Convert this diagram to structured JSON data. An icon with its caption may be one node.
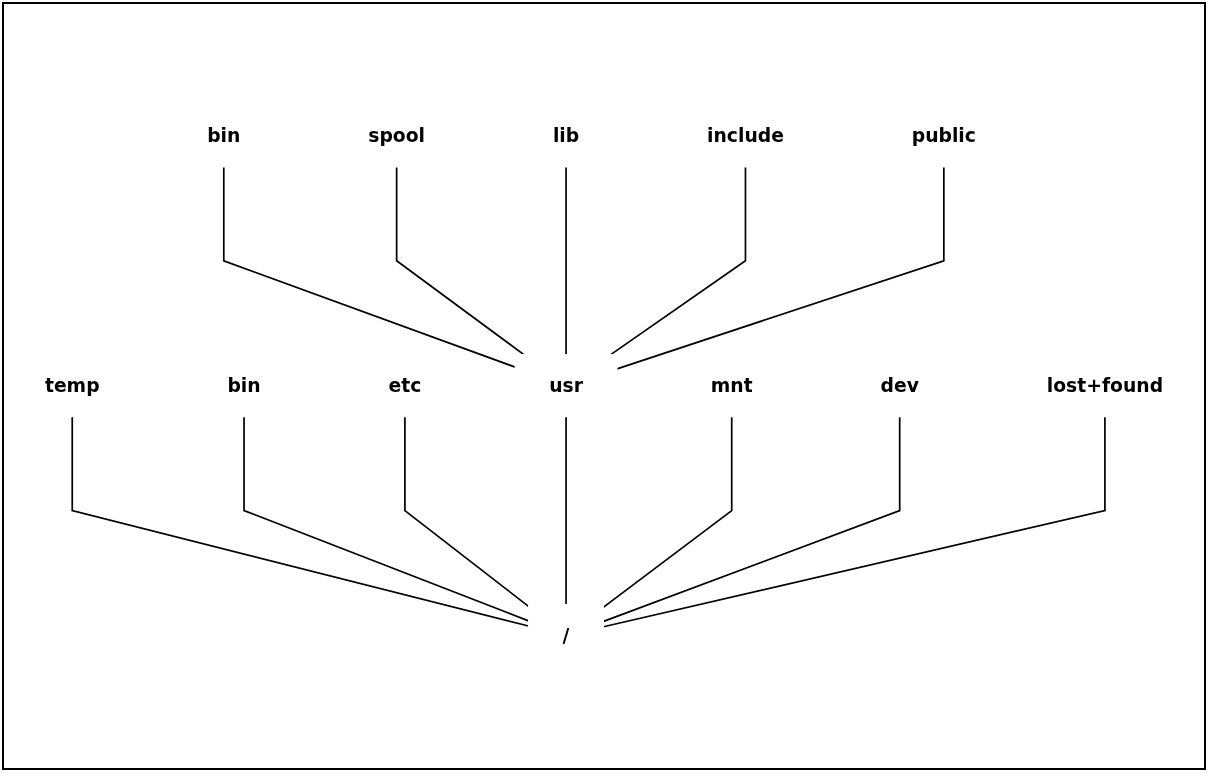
{
  "diagram": {
    "nodes": [
      {
        "text": [
          "bin"
        ]
      },
      {
        "text": [
          "spool"
        ]
      },
      {
        "text": [
          "lib"
        ]
      },
      {
        "text": [
          "include"
        ]
      },
      {
        "text": [
          "public"
        ]
      },
      {
        "text": [
          "temp"
        ]
      },
      {
        "text": [
          "bin"
        ]
      },
      {
        "text": [
          "etc"
        ]
      },
      {
        "text": [
          "usr"
        ]
      },
      {
        "text": [
          "mnt"
        ]
      },
      {
        "text": [
          "dev"
        ]
      },
      {
        "text": [
          "lost+found"
        ]
      },
      {
        "text": [
          "/"
        ]
      }
    ],
    "edges": [
      {
        "from": 12,
        "to": 5,
        "arrow": "none"
      },
      {
        "from": 12,
        "to": 6,
        "arrow": "none"
      },
      {
        "from": 12,
        "to": 7,
        "arrow": "none"
      },
      {
        "from": 12,
        "to": 8,
        "arrow": "none"
      },
      {
        "from": 12,
        "to": 9,
        "arrow": "none"
      },
      {
        "from": 12,
        "to": 10,
        "arrow": "none"
      },
      {
        "from": 12,
        "to": 11,
        "arrow": "none"
      },
      {
        "from": 8,
        "to": 0,
        "arrow": "none"
      },
      {
        "from": 8,
        "to": 1,
        "arrow": "none"
      },
      {
        "from": 8,
        "to": 2,
        "arrow": "none"
      },
      {
        "from": 8,
        "to": 3,
        "arrow": "none"
      },
      {
        "from": 8,
        "to": 4,
        "arrow": "none"
      }
    ]
  }
}
